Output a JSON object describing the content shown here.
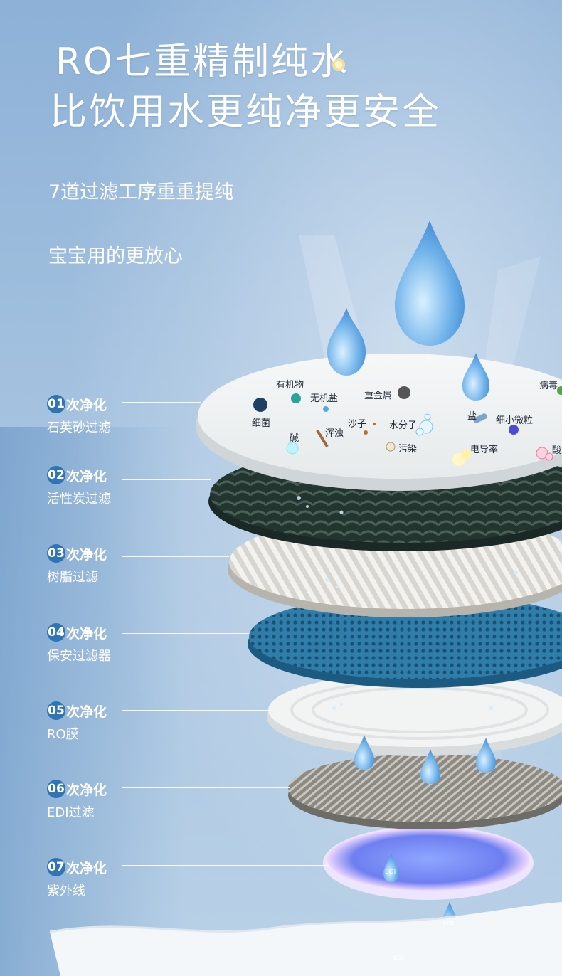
{
  "headline": {
    "line1": "RO七重精制纯水",
    "line2": "比饮用水更纯净更安全"
  },
  "subtitles": [
    "7道过滤工序重重提纯",
    "宝宝用的更放心"
  ],
  "stages": [
    {
      "num": "01",
      "title": "次净化",
      "desc": "石英砂过滤"
    },
    {
      "num": "02",
      "title": "次净化",
      "desc": "活性炭过滤"
    },
    {
      "num": "03",
      "title": "次净化",
      "desc": "树脂过滤"
    },
    {
      "num": "04",
      "title": "次净化",
      "desc": "保安过滤器"
    },
    {
      "num": "05",
      "title": "次净化",
      "desc": "RO膜"
    },
    {
      "num": "06",
      "title": "次净化",
      "desc": "EDI过滤"
    },
    {
      "num": "07",
      "title": "次净化",
      "desc": "紫外线"
    }
  ],
  "impurities": {
    "organic": "有机物",
    "inorganic_salt": "无机盐",
    "heavy_metal": "重金属",
    "virus": "病毒",
    "bacteria": "细菌",
    "sand": "沙子",
    "water_molecule": "水分子",
    "salt": "盐",
    "micro_particle": "细小微粒",
    "alkali": "碱",
    "turbidity": "浑浊",
    "pollution": "污染",
    "conductivity": "电导率",
    "acid": "酸"
  },
  "drop_label": "EDI",
  "colors": {
    "bg_top": "#8fb3d8",
    "bg_bottom": "#b7d0e6",
    "accent": "#2f74b4",
    "carbon": "#263d37",
    "mesh": "#2f7eaa"
  }
}
